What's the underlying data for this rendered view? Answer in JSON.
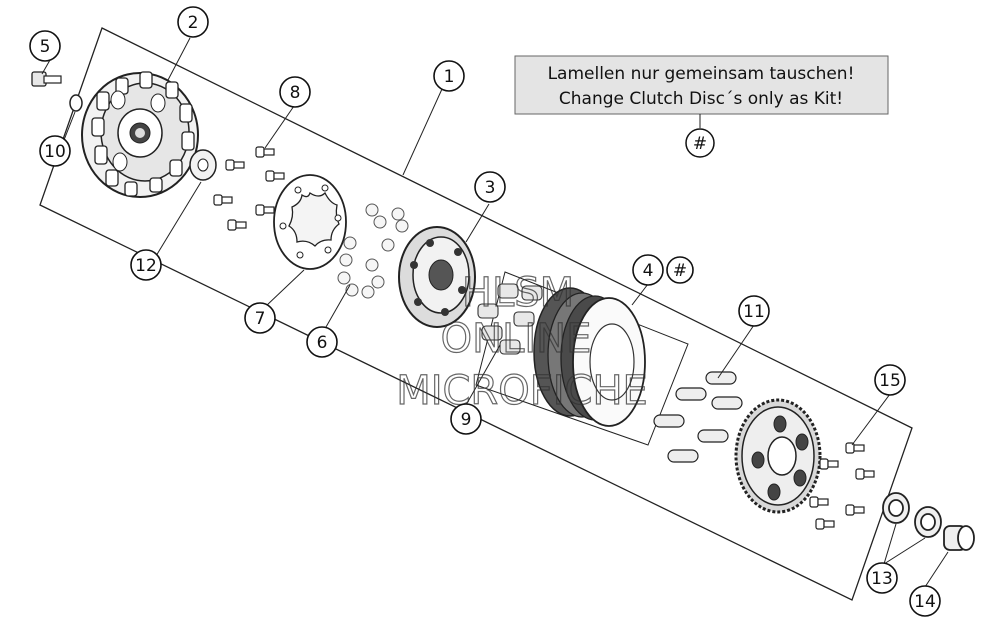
{
  "note": {
    "line1": "Lamellen nur gemeinsam tauschen!",
    "line2": "Change Clutch Disc´s only as Kit!",
    "marker": "#"
  },
  "watermark": {
    "line1": "HLSM",
    "line2": "ONLINE",
    "line3": "MICROFICHE"
  },
  "callouts": {
    "c1": "1",
    "c2": "2",
    "c3": "3",
    "c4": "4",
    "c4_kit": "#",
    "c5": "5",
    "c6": "6",
    "c7": "7",
    "c8": "8",
    "c9": "9",
    "c10": "10",
    "c11": "11",
    "c12": "12",
    "c13": "13",
    "c14": "14",
    "c15": "15"
  }
}
